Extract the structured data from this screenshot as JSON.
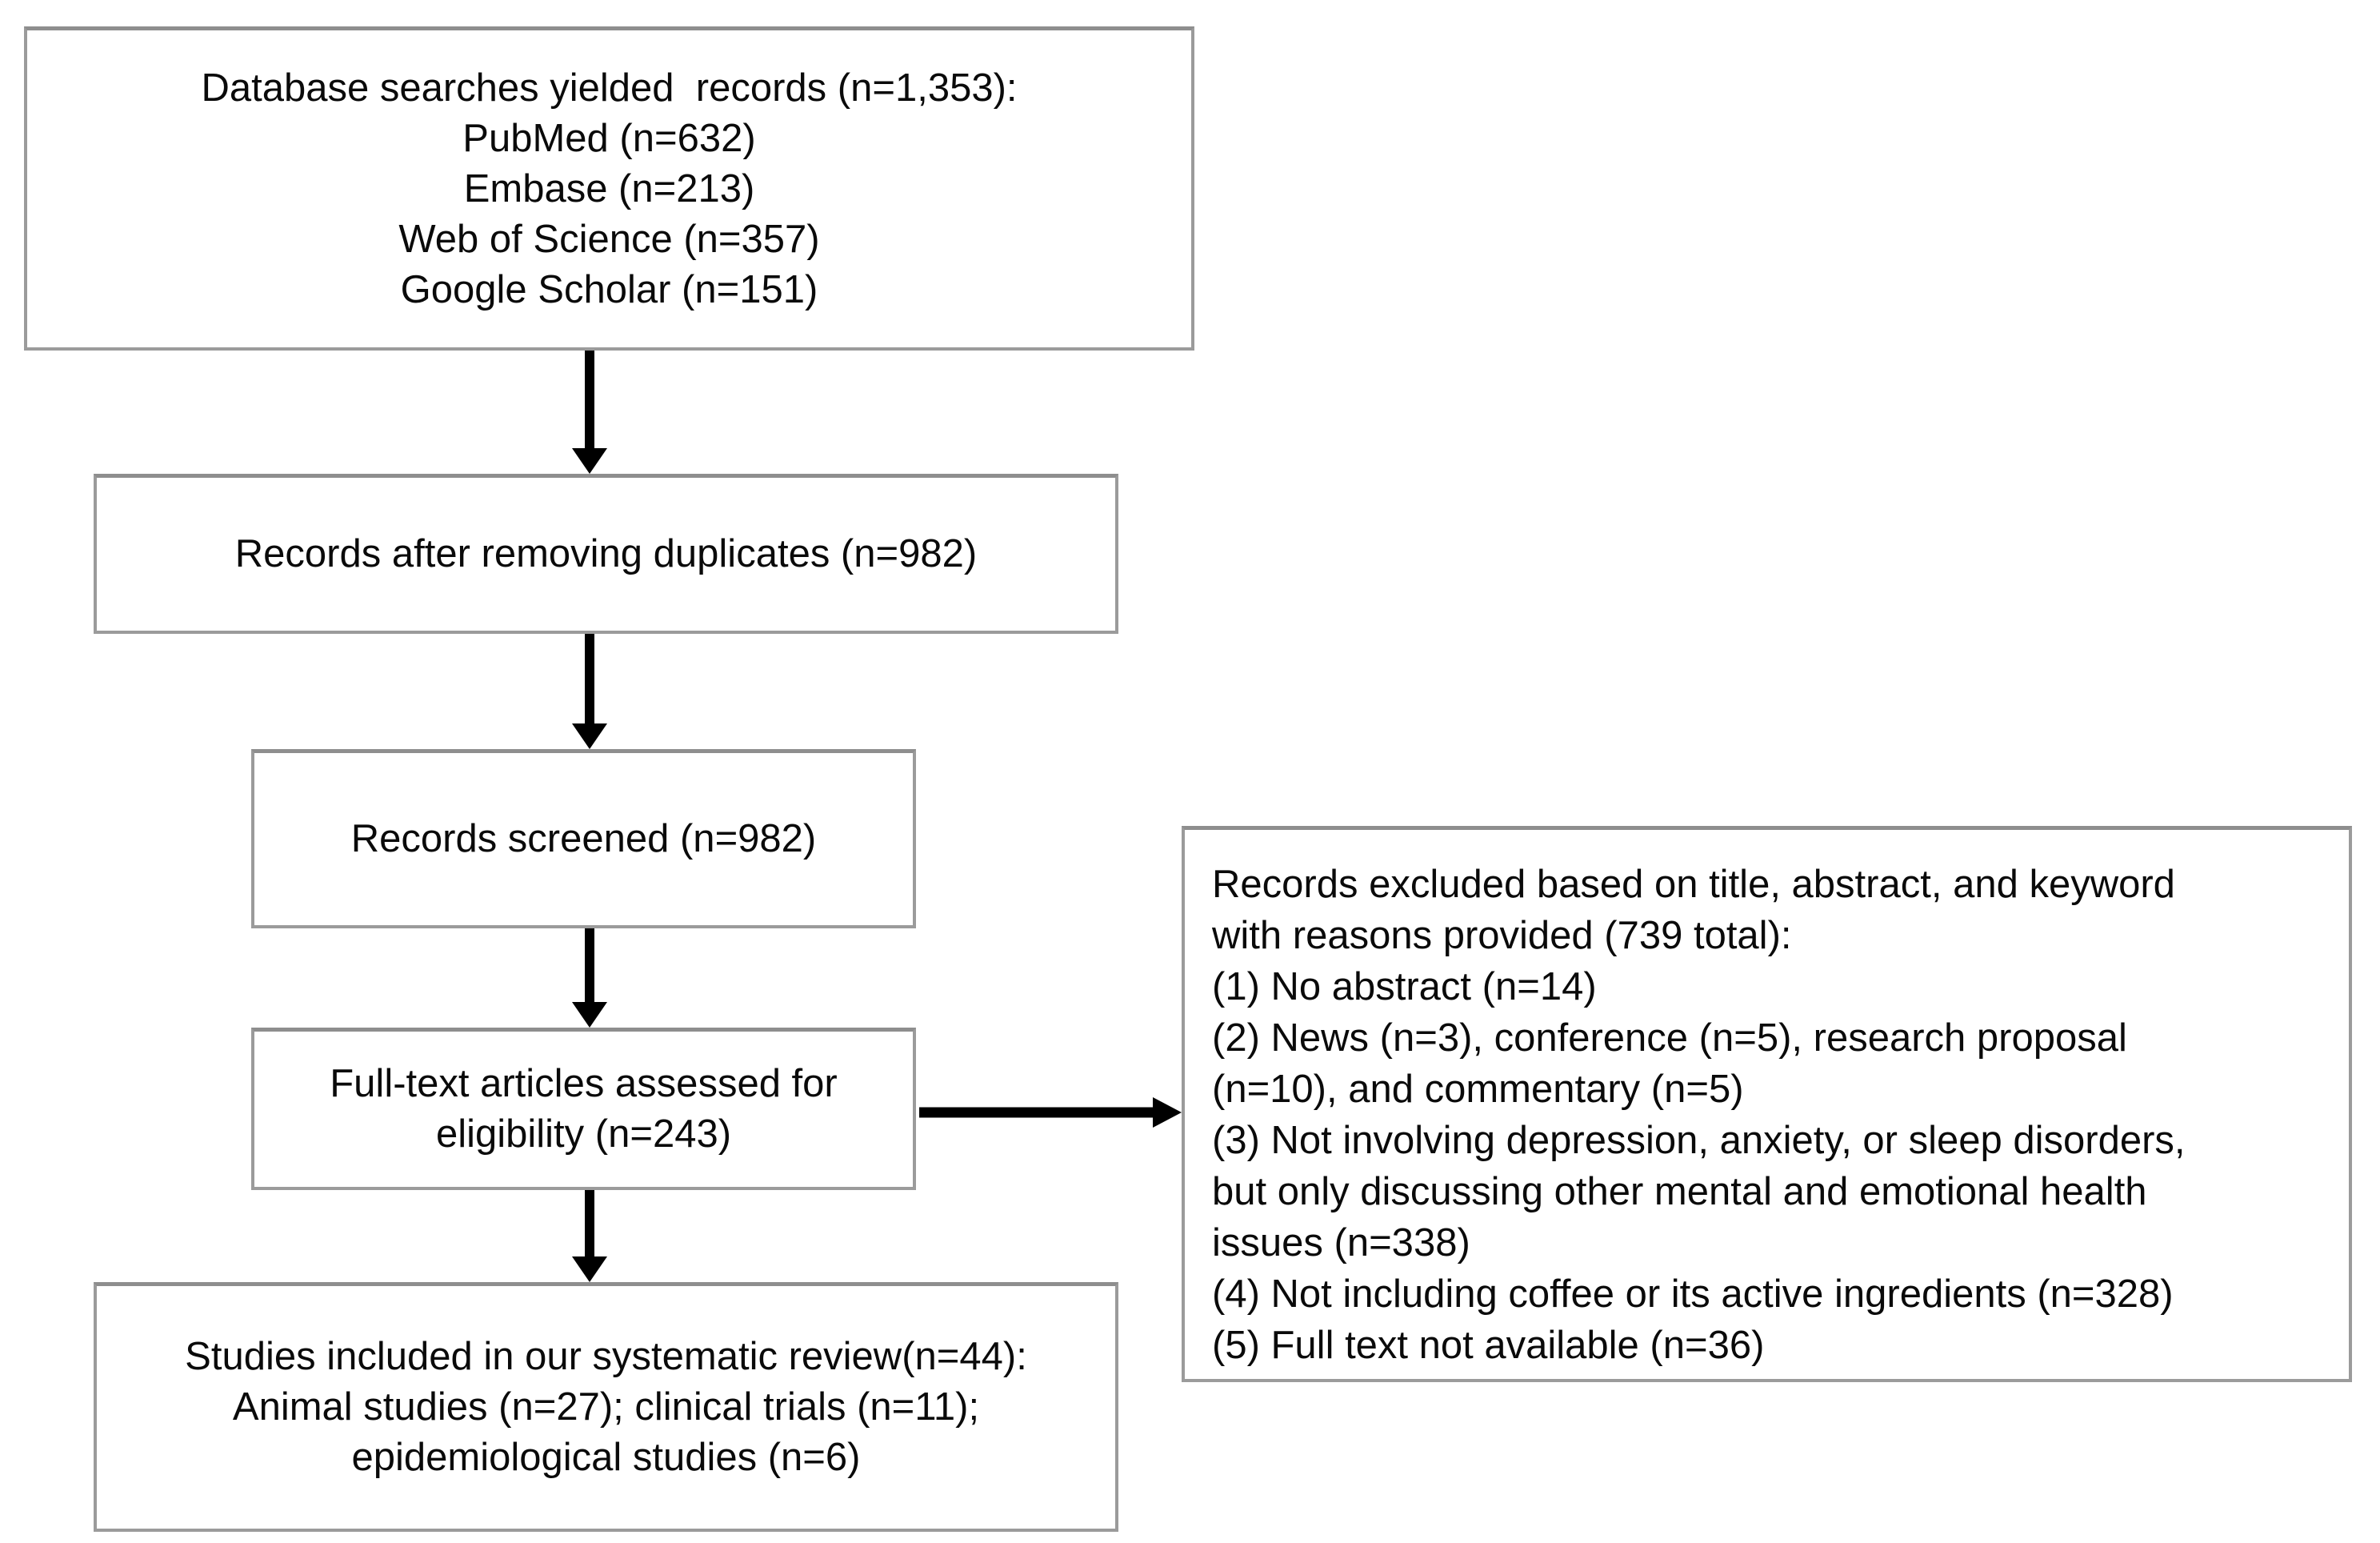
{
  "diagram": {
    "type": "flowchart",
    "title": "Systematic review study selection flow",
    "boxes": {
      "identification": {
        "lines": [
          "Database searches yielded  records (n=1,353):",
          "PubMed (n=632)",
          "Embase (n=213)",
          "Web of Science (n=357)",
          "Google Scholar (n=151)"
        ]
      },
      "duplicates_removed": {
        "lines": [
          "Records after removing duplicates (n=982)"
        ]
      },
      "screened": {
        "lines": [
          "Records screened (n=982)"
        ]
      },
      "full_text": {
        "lines": [
          "Full-text articles assessed for",
          "eligibility (n=243)"
        ]
      },
      "included": {
        "lines": [
          "Studies included in our systematic review(n=44):",
          "Animal studies (n=27); clinical trials (n=11);",
          "epidemiological studies (n=6)"
        ]
      },
      "excluded": {
        "lines": [
          "Records excluded based on title, abstract, and keyword",
          "with reasons provided (739 total):",
          "(1) No abstract (n=14)",
          "(2) News (n=3), conference (n=5), research proposal",
          "(n=10), and commentary (n=5)",
          "(3) Not involving depression, anxiety, or sleep disorders,",
          "but only discussing other mental and emotional health",
          "issues (n=338)",
          "(4) Not including coffee or its active ingredients (n=328)",
          "(5) Full text not available (n=36)"
        ]
      }
    },
    "counts": {
      "records_identified": 1353,
      "pubmed": 632,
      "embase": 213,
      "web_of_science": 357,
      "google_scholar": 151,
      "after_duplicates": 982,
      "screened": 982,
      "full_text_assessed": 243,
      "excluded_total": 739,
      "no_abstract": 14,
      "news": 3,
      "conference": 5,
      "research_proposal": 10,
      "commentary": 5,
      "not_involving_disorders": 338,
      "not_including_coffee": 328,
      "full_text_unavailable": 36,
      "included_total": 44,
      "animal_studies": 27,
      "clinical_trials": 11,
      "epidemiological_studies": 6
    },
    "colors": {
      "background": "#ffffff",
      "box_border": "#9b9b9b",
      "text": "#0a0a0a",
      "arrow": "#000000"
    }
  }
}
